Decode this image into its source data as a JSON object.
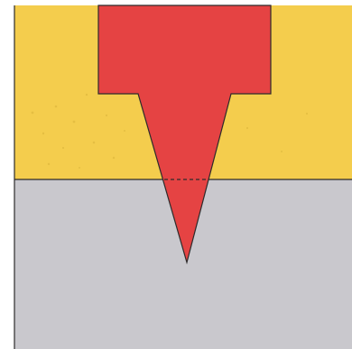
{
  "diagram": {
    "colors": {
      "page": "#ffffff",
      "upper_layer": "#f4cd4d",
      "lower_layer": "#c9c8cd",
      "wedge": "#e54343",
      "outline": "#2d2b2b",
      "speckle": "#d9b33a"
    },
    "regions": [
      "upper-layer",
      "lower-layer",
      "wedge",
      "boundary-line",
      "dashed-boundary"
    ]
  }
}
